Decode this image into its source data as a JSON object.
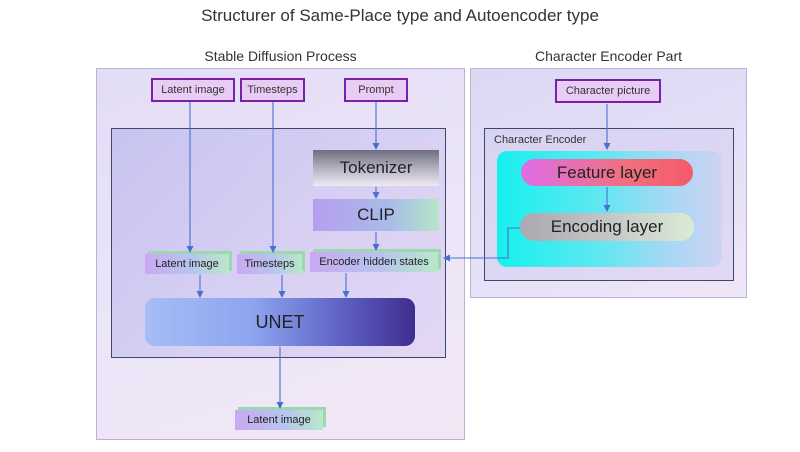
{
  "title": "Structurer of Same-Place type and Autoencoder type",
  "left_section": {
    "title": "Stable Diffusion Process",
    "inputs": [
      "Latent image",
      "Timesteps",
      "Prompt"
    ],
    "tokenizer": "Tokenizer",
    "clip": "CLIP",
    "mid_blocks": [
      "Latent image",
      "Timesteps",
      "Encoder hidden states"
    ],
    "unet": "UNET",
    "output": "Latent image"
  },
  "right_section": {
    "title": "Character Encoder Part",
    "input": "Character picture",
    "encoder_label": "Character Encoder",
    "feature_layer": "Feature layer",
    "encoding_layer": "Encoding layer"
  },
  "colors": {
    "arrow": "#4a6fd0",
    "input_border": "#7a1fa8",
    "inner_border": "#3b4a6b"
  }
}
